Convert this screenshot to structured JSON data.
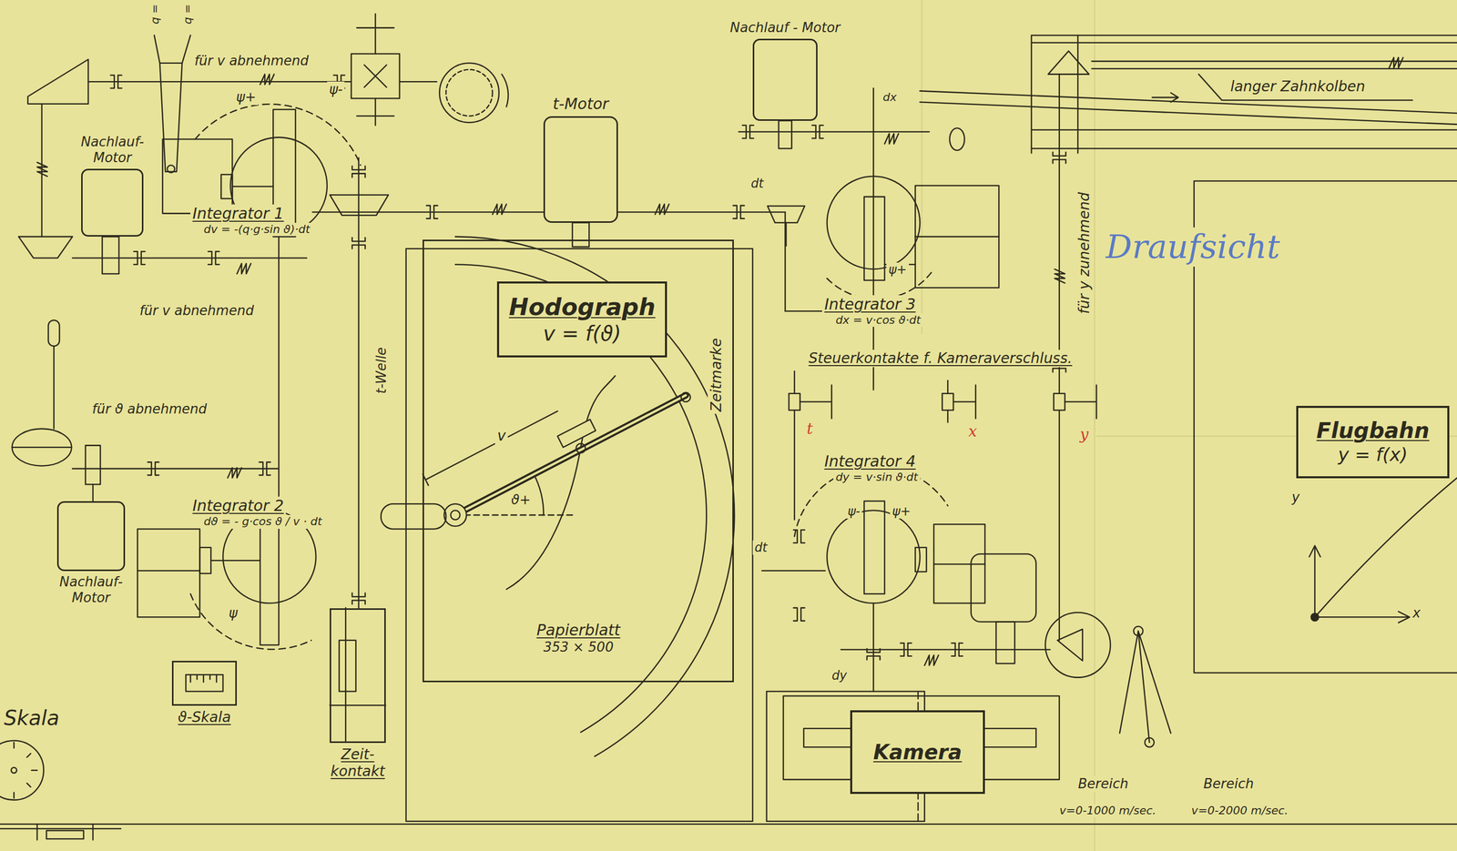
{
  "diagram": {
    "nodes": [
      {
        "text": [
          "Nachlauf- Motor"
        ]
      },
      {
        "text": [
          "t-Motor"
        ]
      },
      {
        "text": [
          "Nachlauf - Motor"
        ]
      },
      {
        "text": [
          "Integrator 1",
          "dv = -(q·g·sin ϑ)·dt"
        ]
      },
      {
        "text": [
          "Integrator 3",
          "dx = v·cos ϑ·dt"
        ]
      },
      {
        "text": [
          "Papierblatt",
          "353 × 500"
        ]
      },
      {
        "text": [
          "Hodograph",
          "v = f(ϑ)"
        ],
        "in": 5
      },
      {
        "text": [
          "Flugbahn",
          "y = f(x)"
        ]
      },
      {
        "text": [
          "Integrator 2",
          "dϑ = - g·cos ϑ / v · dt"
        ]
      },
      {
        "text": [
          "Integrator 4",
          "dy = v·sin ϑ·dt"
        ]
      },
      {
        "text": [
          "Nachlauf- Motor"
        ]
      },
      {
        "text": [
          "ϑ-Skala"
        ]
      },
      {
        "text": [
          "Zeit- kontakt"
        ]
      },
      {
        "text": [
          "Kamera"
        ]
      }
    ],
    "edges": [
      {
        "from": 1,
        "to": 3,
        "arrow": "none"
      },
      {
        "from": 1,
        "to": 4,
        "arrow": "none"
      }
    ],
    "labels": [
      "q =",
      "q =",
      "für v abnehmend",
      "ψ+",
      "ψ-",
      "für v abnehmend",
      "für ϑ abnehmend",
      "t-Welle",
      "ψ",
      "Skala",
      "v",
      "ϑ+",
      "Zeitmarke",
      "dx",
      "dt",
      "ψ+",
      "Steuerkontakte f. Kameraverschluss.",
      "t",
      "x",
      "y",
      "ψ-",
      "ψ+",
      "dt",
      "dy",
      "für y zunehmend",
      "langer Zahnkolben",
      "Draufsicht",
      "y",
      "x",
      "Bereich",
      "v=0-1000 m/sec.",
      "Bereich",
      "v=0-2000 m/sec."
    ]
  }
}
